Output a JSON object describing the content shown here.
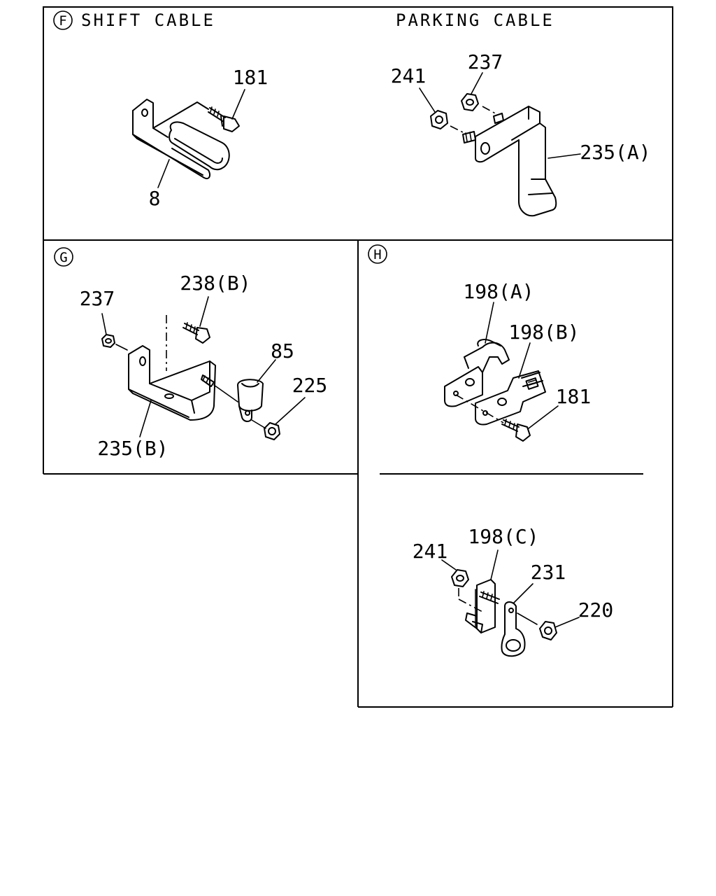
{
  "sections": {
    "F": {
      "marker": "F",
      "title_left": "SHIFT CABLE",
      "title_right": "PARKING CABLE",
      "callouts": {
        "bolt_181": "181",
        "bracket_8": "8",
        "nut_241": "241",
        "nut_237": "237",
        "bracket_235a": "235(A)"
      }
    },
    "G": {
      "marker": "G",
      "callouts": {
        "nut_237": "237",
        "bolt_238b": "238(B)",
        "clip_85": "85",
        "nut_225": "225",
        "bracket_235b": "235(B)"
      }
    },
    "H": {
      "marker": "H",
      "callouts": {
        "bracket_198a": "198(A)",
        "bracket_198b": "198(B)",
        "bolt_181": "181",
        "bracket_198c": "198(C)",
        "nut_241": "241",
        "clip_231": "231",
        "nut_220": "220"
      }
    }
  }
}
